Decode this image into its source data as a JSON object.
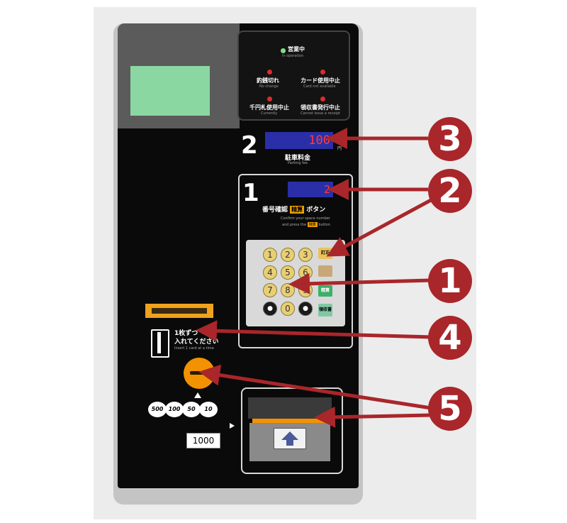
{
  "status_panel": {
    "in_operation": "営業中",
    "in_operation_en": "In operation",
    "no_change": "釣銭切れ",
    "no_change_en": "No change",
    "card_unavailable": "カード使用中止",
    "card_unavailable_en": "Card not available",
    "bill_unavailable": "千円札使用中止",
    "bill_unavailable_en": "Currently",
    "receipt_unavailable": "領収書発行中止",
    "receipt_unavailable_en": "Cannot issue a receipt"
  },
  "step2": {
    "number": "2",
    "fee_value": "100",
    "unit": "円",
    "label": "駐車料金",
    "label_en": "Parking fee"
  },
  "step1": {
    "number": "1",
    "space_value": "2",
    "instruction_pre": "番号確認",
    "instruction_tag": "精算",
    "instruction_post": "ボタン",
    "instruction_en_1": "Confirm your space number",
    "instruction_en_2": "and press the",
    "instruction_en_tag": "精算",
    "instruction_en_3": "button"
  },
  "keypad": {
    "keys": [
      "1",
      "2",
      "3",
      "4",
      "5",
      "6",
      "7",
      "8",
      "9",
      "●",
      "0",
      "●"
    ],
    "correct_label": "訂正",
    "stamp_label": "",
    "settle_label": "精算",
    "receipt_label": "領収書"
  },
  "card_area": {
    "line1": "1枚ずつ",
    "line2": "入れてください",
    "line_en": "Insert 1 card at a time"
  },
  "coins": [
    "500",
    "100",
    "50",
    "10"
  ],
  "bill": "1000",
  "callouts": [
    "3",
    "2",
    "1",
    "4",
    "5"
  ],
  "colors": {
    "callout": "#a9262a",
    "orange": "#f39200",
    "lcd": "#2a2fa8",
    "lcd_text": "#ff3b3b",
    "status_green": "#7ee08a",
    "status_red": "#e02a2a"
  }
}
